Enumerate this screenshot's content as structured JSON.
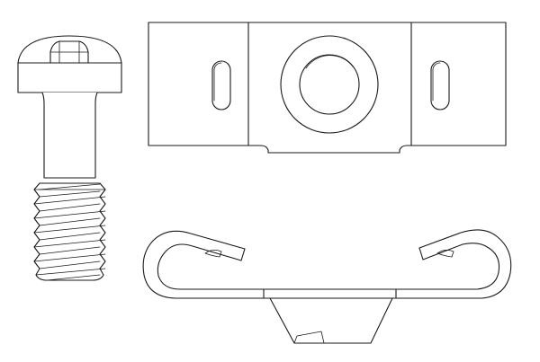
{
  "drawing": {
    "background": "#ffffff",
    "line_color": "#1a1a1a",
    "parts": [
      {
        "id": "slotted-pan-head-screw"
      },
      {
        "id": "floating-nut-retainer-plate"
      },
      {
        "id": "spring-clip-retainer"
      }
    ]
  }
}
